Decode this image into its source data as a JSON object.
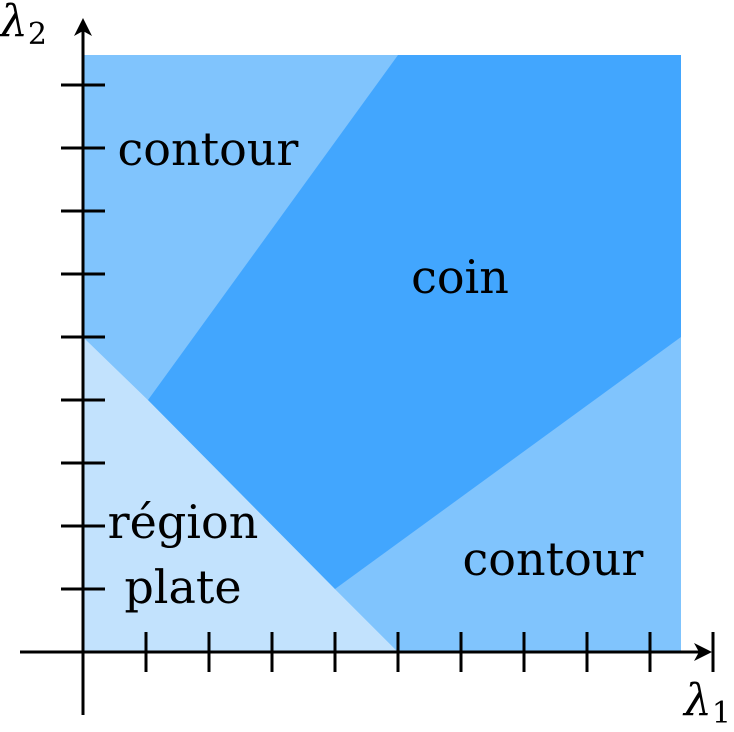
{
  "diagram": {
    "regions": {
      "flat": {
        "label_line1": "région",
        "label_line2": "plate",
        "color": "#c2e2fd"
      },
      "edge_top": {
        "label": "contour",
        "color": "#80c4fd"
      },
      "edge_right": {
        "label": "contour",
        "color": "#80c4fd"
      },
      "corner": {
        "label": "coin",
        "color": "#42a6fe"
      }
    },
    "axes": {
      "x": {
        "symbol": "λ",
        "subscript": "1",
        "ticks": 10
      },
      "y": {
        "symbol": "λ",
        "subscript": "2",
        "ticks": 9
      }
    },
    "axis_color": "#000000"
  }
}
